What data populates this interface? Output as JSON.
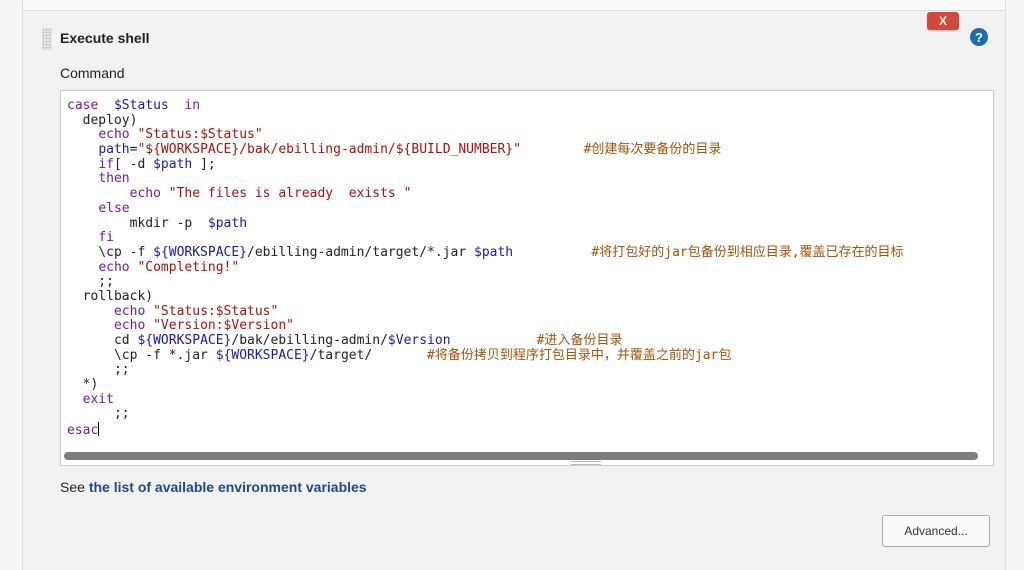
{
  "step": {
    "title": "Execute shell",
    "delete_label": "X",
    "help_label": "?",
    "command_label": "Command"
  },
  "code_lines": [
    [
      [
        "kw",
        "case"
      ],
      [
        "",
        "  "
      ],
      [
        "var",
        "$Status"
      ],
      [
        "",
        "  "
      ],
      [
        "kw",
        "in"
      ]
    ],
    [
      [
        "",
        "  deploy)"
      ]
    ],
    [
      [
        "",
        "    "
      ],
      [
        "kw",
        "echo"
      ],
      [
        "",
        ""
      ],
      [
        "str",
        " \"Status:$Status\""
      ]
    ],
    [
      [
        "",
        "    "
      ],
      [
        "var",
        "path"
      ],
      [
        "",
        "="
      ],
      [
        "str",
        "\"${WORKSPACE}/bak/ebilling-admin/${BUILD_NUMBER}\""
      ],
      [
        "",
        "        "
      ],
      [
        "cmt",
        "#创建每次要备份的目录"
      ]
    ],
    [
      [
        "",
        "    "
      ],
      [
        "kw",
        "if"
      ],
      [
        "",
        ""
      ],
      [
        "",
        ""
      ],
      [
        "",
        ""
      ],
      [
        "",
        ""
      ],
      [
        "var",
        ""
      ],
      [
        "",
        "[ -d "
      ],
      [
        "var",
        "$path"
      ],
      [
        "",
        " ];"
      ]
    ],
    [
      [
        "",
        "    "
      ],
      [
        "kw",
        "then"
      ]
    ],
    [
      [
        "",
        "        "
      ],
      [
        "kw",
        "echo"
      ],
      [
        "str",
        " \"The files is already  exists \""
      ]
    ],
    [
      [
        "",
        "    "
      ],
      [
        "kw",
        "else"
      ]
    ],
    [
      [
        "",
        "        mkdir -p  "
      ],
      [
        "var",
        "$path"
      ]
    ],
    [
      [
        "",
        "    "
      ],
      [
        "kw",
        "fi"
      ]
    ],
    [
      [
        "",
        "    \\cp -f "
      ],
      [
        "var",
        "${WORKSPACE}"
      ],
      [
        "",
        "/ebilling-admin/target/*.jar "
      ],
      [
        "var",
        "$path"
      ],
      [
        "",
        "          "
      ],
      [
        "cmt",
        "#将打包好的jar包备份到相应目录,覆盖已存在的目标"
      ]
    ],
    [
      [
        "",
        "    "
      ],
      [
        "kw",
        "echo"
      ],
      [
        "str",
        " \"Completing!\""
      ]
    ],
    [
      [
        "",
        "    ;;"
      ]
    ],
    [
      [
        "",
        "  rollback)"
      ]
    ],
    [
      [
        "",
        "      "
      ],
      [
        "kw",
        "echo"
      ],
      [
        "str",
        " \"Status:$Status\""
      ]
    ],
    [
      [
        "",
        "      "
      ],
      [
        "kw",
        "echo"
      ],
      [
        "str",
        " \"Version:$Version\""
      ]
    ],
    [
      [
        "",
        "      cd "
      ],
      [
        "var",
        "${WORKSPACE}"
      ],
      [
        "",
        "/bak/ebilling-admin/"
      ],
      [
        "var",
        "$Version"
      ],
      [
        "",
        "           "
      ],
      [
        "cmt",
        "#进入备份目录"
      ]
    ],
    [
      [
        "",
        "      \\cp -f *.jar "
      ],
      [
        "var",
        "${WORKSPACE}"
      ],
      [
        "",
        "/target/       "
      ],
      [
        "cmt",
        "#将备份拷贝到程序打包目录中，并覆盖之前的jar包"
      ]
    ],
    [
      [
        "",
        "      ;;"
      ]
    ],
    [
      [
        "",
        "  *)"
      ]
    ],
    [
      [
        "",
        "  "
      ],
      [
        "kw",
        "exit"
      ]
    ],
    [
      [
        "",
        "      ;;"
      ]
    ],
    [
      [
        "kw",
        "esac"
      ]
    ]
  ],
  "env": {
    "prefix": "See ",
    "link_text": "the list of available environment variables"
  },
  "advanced_label": "Advanced..."
}
